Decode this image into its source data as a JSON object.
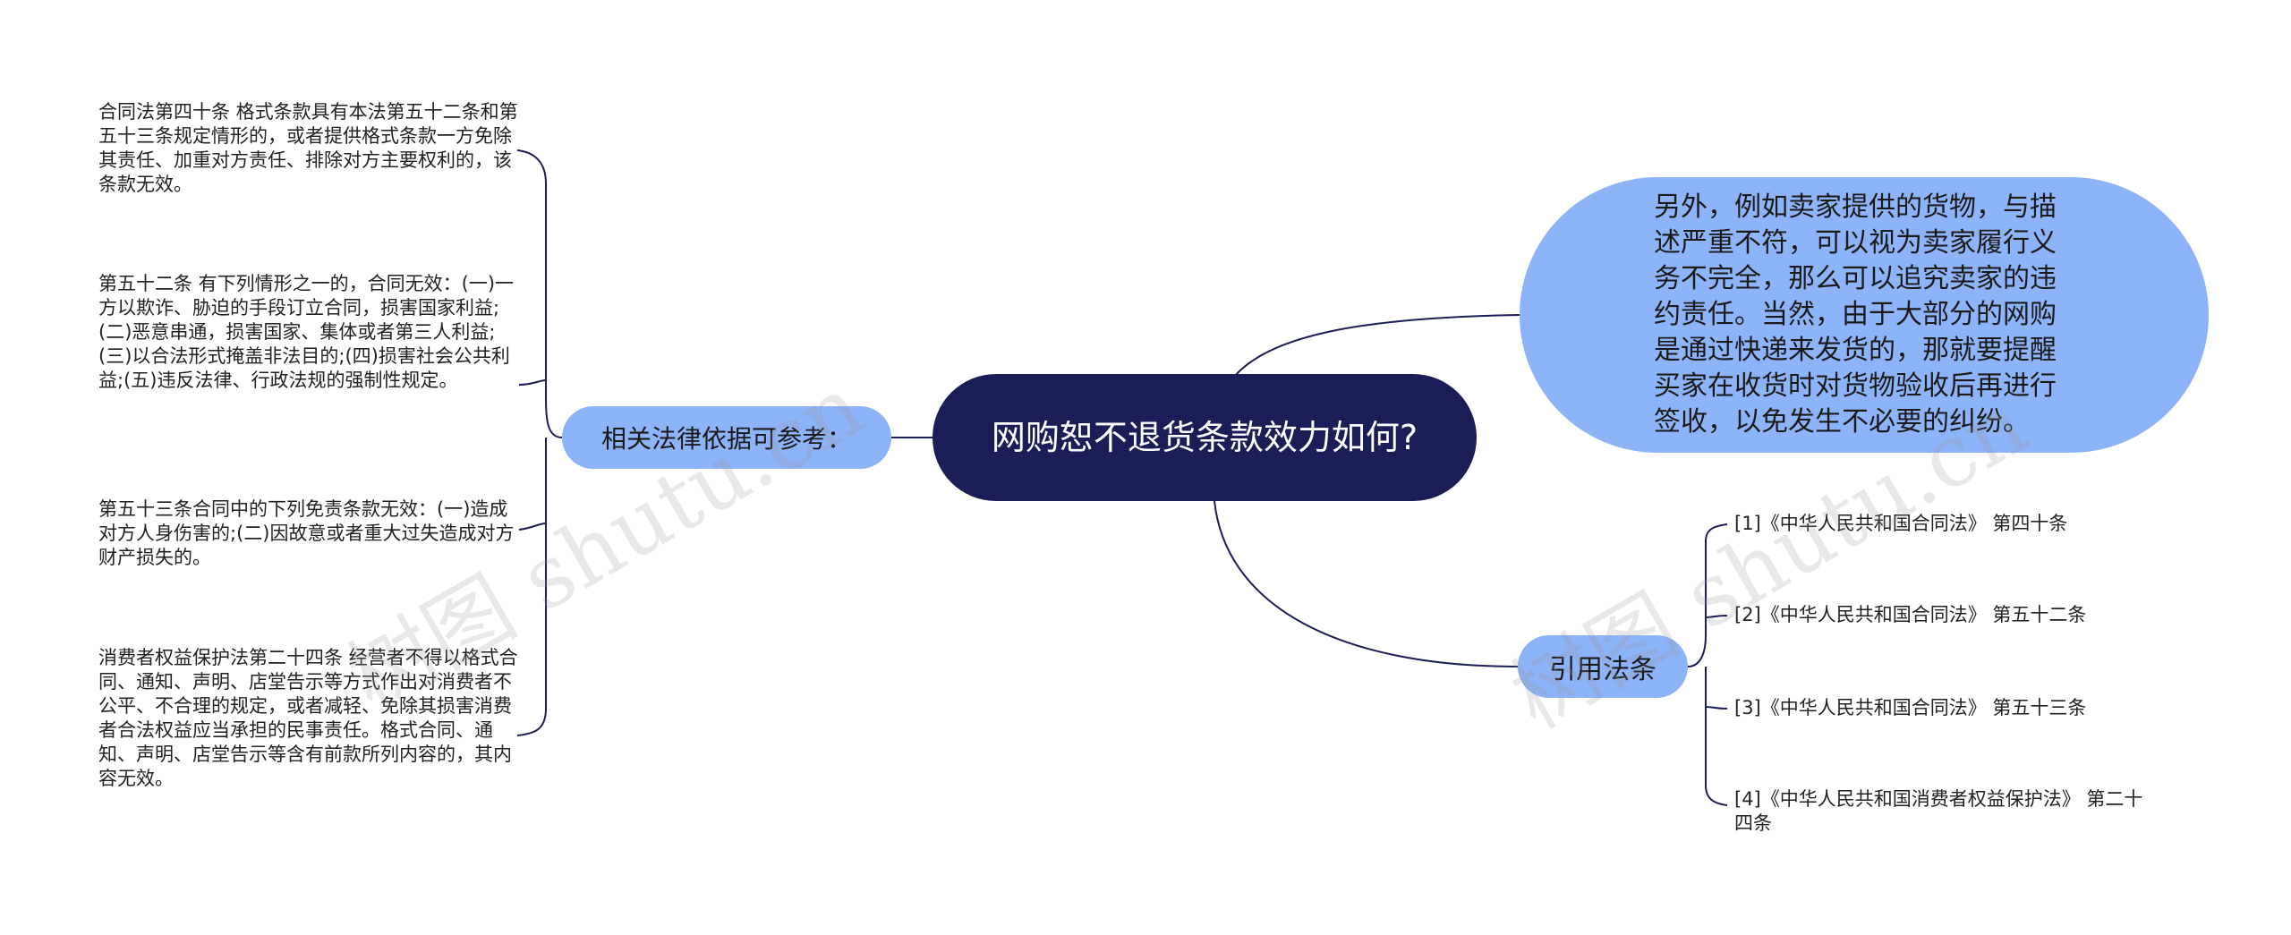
{
  "root": {
    "text": "网购恕不退货条款效力如何?"
  },
  "left_branch": {
    "label": "相关法律依据可参考：",
    "items": [
      "合同法第四十条 格式条款具有本法第五十二条和第五十三条规定情形的，或者提供格式条款一方免除其责任、加重对方责任、排除对方主要权利的，该条款无效。",
      "第五十二条 有下列情形之一的，合同无效：(一)一方以欺诈、胁迫的手段订立合同，损害国家利益;(二)恶意串通，损害国家、集体或者第三人利益;(三)以合法形式掩盖非法目的;(四)损害社会公共利益;(五)违反法律、行政法规的强制性规定。",
      "第五十三条合同中的下列免责条款无效：(一)造成对方人身伤害的;(二)因故意或者重大过失造成对方财产损失的。",
      "消费者权益保护法第二十四条 经营者不得以格式合同、通知、声明、店堂告示等方式作出对消费者不公平、不合理的规定，或者减轻、免除其损害消费者合法权益应当承担的民事责任。格式合同、通知、声明、店堂告示等含有前款所列内容的，其内容无效。"
    ]
  },
  "right_top": {
    "text": "另外，例如卖家提供的货物，与描述严重不符，可以视为卖家履行义务不完全，那么可以追究卖家的违约责任。当然，由于大部分的网购是通过快递来发货的，那就要提醒买家在收货时对货物验收后再进行签收，以免发生不必要的纠纷。"
  },
  "citations": {
    "label": "引用法条",
    "items": [
      "[1]《中华人民共和国合同法》 第四十条",
      "[2]《中华人民共和国合同法》 第五十二条",
      "[3]《中华人民共和国合同法》 第五十三条",
      "[4]《中华人民共和国消费者权益保护法》 第二十四条"
    ]
  },
  "watermarks": [
    "树图 shutu.cn",
    "树图 shutu.cn"
  ],
  "colors": {
    "root": "#1b1d57",
    "branch": "#8db4f8",
    "line": "#1b1d57"
  }
}
